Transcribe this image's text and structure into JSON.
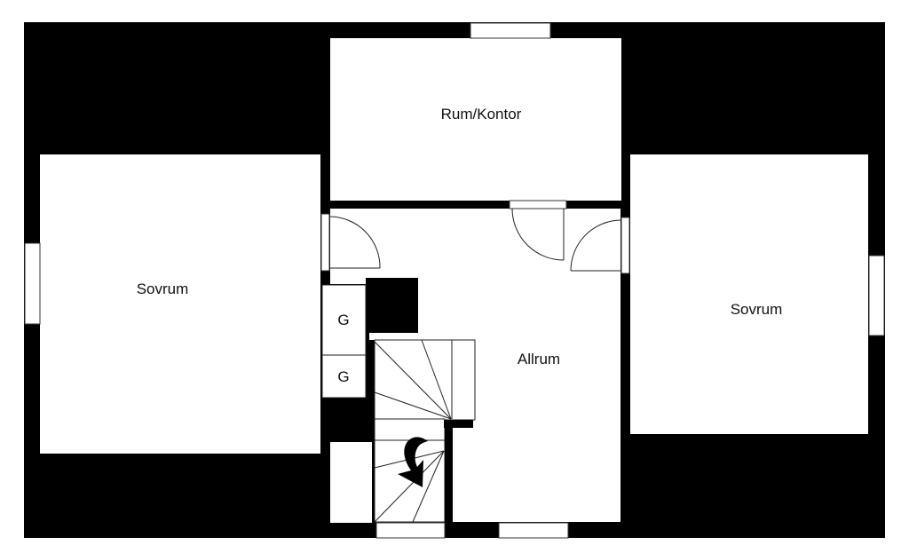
{
  "plan": {
    "type": "floor-plan",
    "colors": {
      "wall": "#000000",
      "floor": "#ffffff",
      "line": "#222222",
      "text": "#111111"
    },
    "rooms": [
      {
        "id": "rum-kontor",
        "label": "Rum/Kontor"
      },
      {
        "id": "sovrum-left",
        "label": "Sovrum"
      },
      {
        "id": "sovrum-right",
        "label": "Sovrum"
      },
      {
        "id": "allrum",
        "label": "Allrum"
      }
    ],
    "closets": [
      {
        "id": "closet-upper",
        "label": "G"
      },
      {
        "id": "closet-lower",
        "label": "G"
      }
    ],
    "staircase": {
      "direction": "down",
      "icon": "curved-arrow-down-icon"
    }
  }
}
